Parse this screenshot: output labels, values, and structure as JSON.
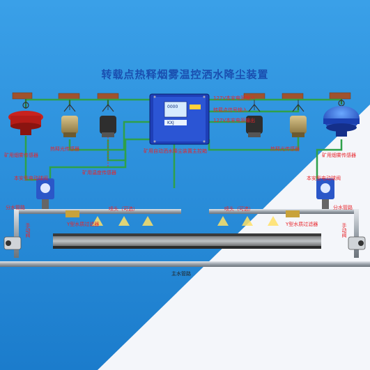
{
  "title": "转载点热释烟雾温控洒水降尘装置",
  "colors": {
    "bg_blue": "#2f8fd8",
    "bg_white": "#f4f6fa",
    "pipe_green": "#2fa04a",
    "label_red": "#e8242a",
    "title_blue": "#1a4fb0",
    "pipe_steel": "#9aa2aa"
  },
  "labels": {
    "smoke_sensor_left": "矿用烟雾传感器",
    "pyro_sensor_left": "热释光传感器",
    "valve_left": "本安型电动球阀",
    "branch_pipe_left": "分水管路",
    "manual_valve_left": "手动阀",
    "strainer_left": "Y型水质过滤器",
    "temp_sensor_mid": "矿用温度传感器",
    "nozzle_left": "喷头（可选）",
    "controller": "矿用自动洒水降尘装置主控箱",
    "power_in": "127V本安电源输入",
    "signal_in": "转载点信号输入",
    "power_out": "127V本安电源输出",
    "pyro_sensor_right": "热释光传感器",
    "smoke_sensor_right": "矿用烟雾传感器",
    "valve_right": "本安型电动球阀",
    "branch_pipe_right": "分水管路",
    "nozzle_right": "喷头（可选）",
    "strainer_right": "Y型水质过滤器",
    "manual_valve_right": "手动阀",
    "main_pipe": "主水管路"
  },
  "panel": {
    "display": "0000",
    "brand_line": "KXJ"
  }
}
